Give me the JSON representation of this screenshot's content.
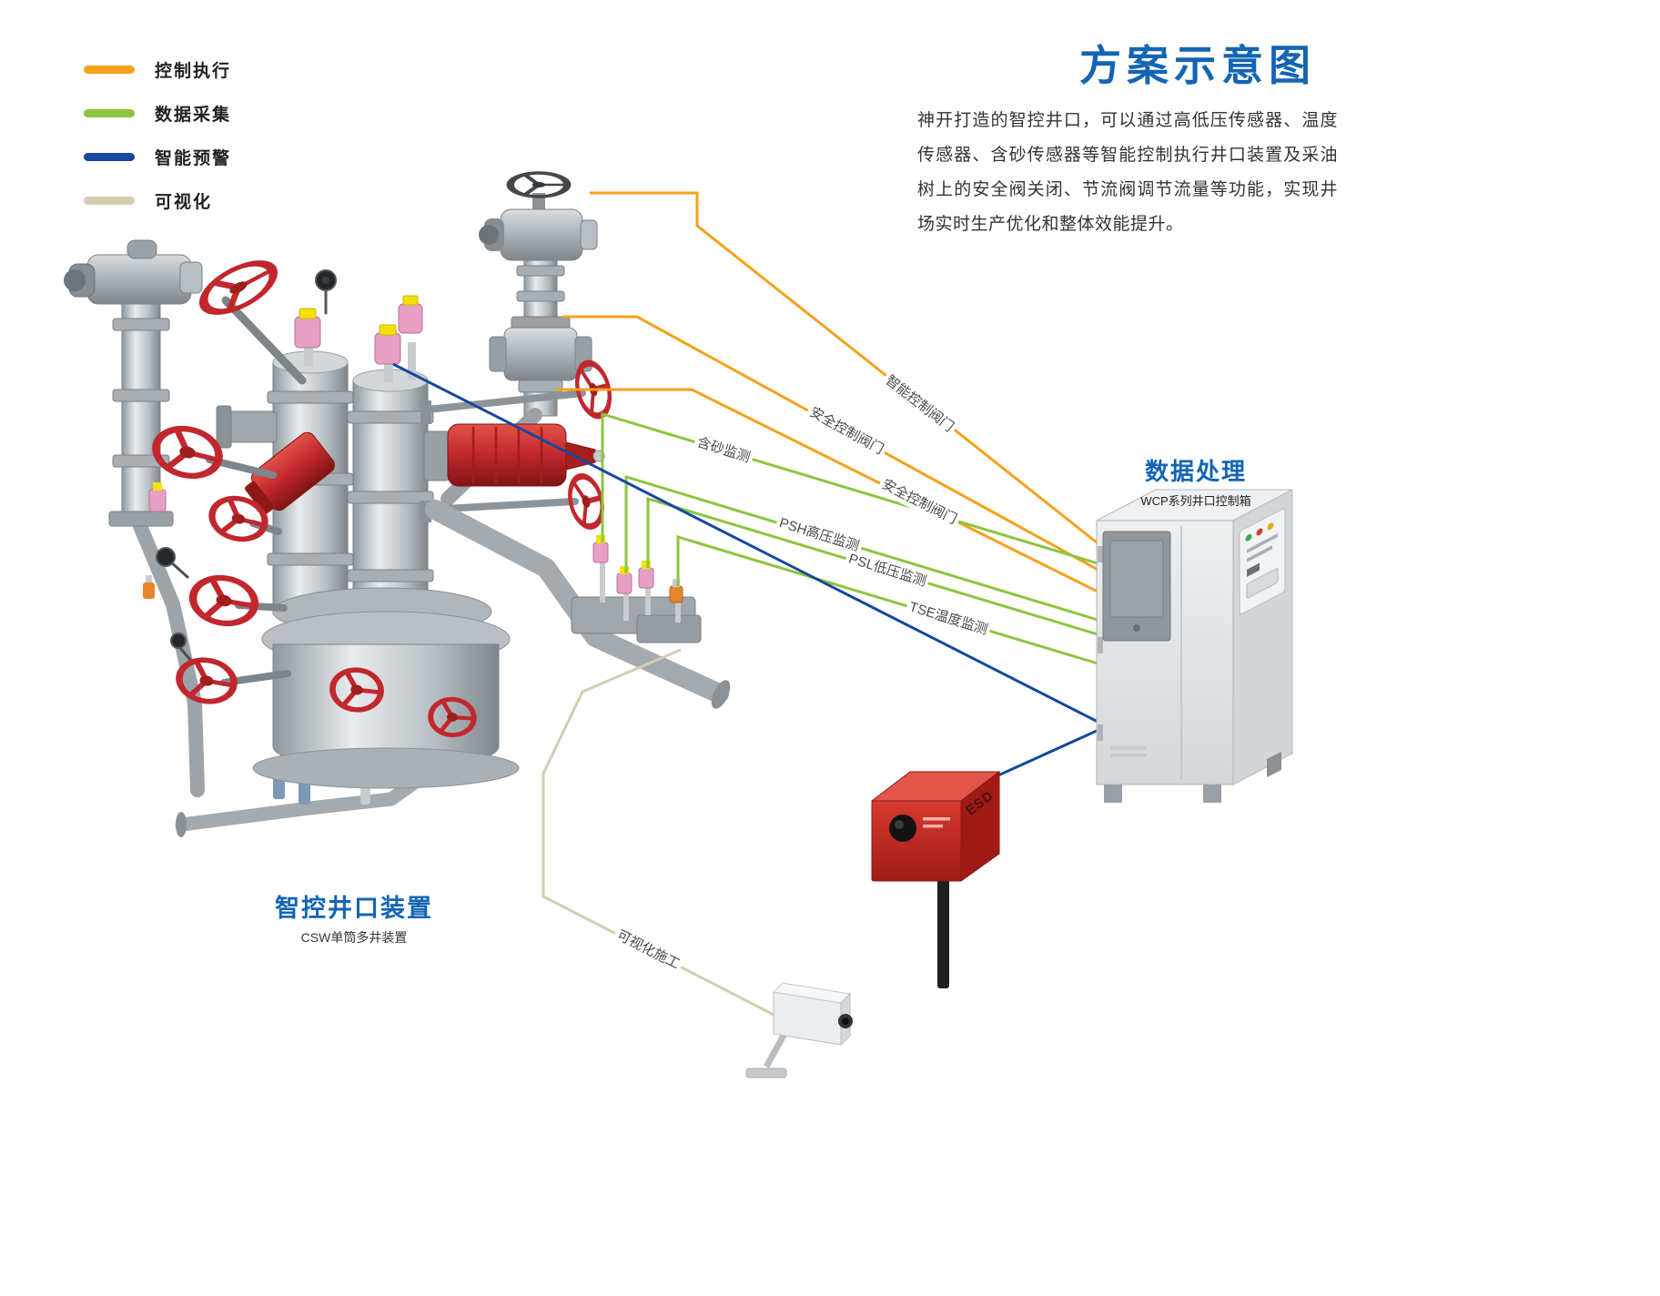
{
  "page": {
    "background": "#FFFFFF"
  },
  "legend": {
    "items": [
      {
        "label": "控制执行",
        "color": "#F5A11B"
      },
      {
        "label": "数据采集",
        "color": "#8CC63F"
      },
      {
        "label": "智能预警",
        "color": "#16489E"
      },
      {
        "label": "可视化",
        "color": "#D5CCB2"
      }
    ]
  },
  "header": {
    "title": "方案示意图",
    "title_color": "#1365B3",
    "description": "神开打造的智控井口，可以通过高低压传感器、温度传感器、含砂传感器等智能控制执行井口装置及采油树上的安全阀关闭、节流阀调节流量等功能，实现井场实时生产优化和整体效能提升。"
  },
  "wellhead": {
    "title": "智控井口装置",
    "subtitle": "CSW单筒多井装置"
  },
  "cabinet": {
    "title": "数据处理",
    "subtitle": "WCP系列井口控制箱"
  },
  "esd": {
    "label": "ESD"
  },
  "connections": {
    "orange_labels": [
      "智能控制阀门",
      "安全控制阀门",
      "安全控制阀门"
    ],
    "green_labels": [
      "含砂监测",
      "PSH高压监测",
      "PSL低压监测",
      "TSE温度监测"
    ],
    "beige_labels": [
      "可视化施工"
    ]
  }
}
